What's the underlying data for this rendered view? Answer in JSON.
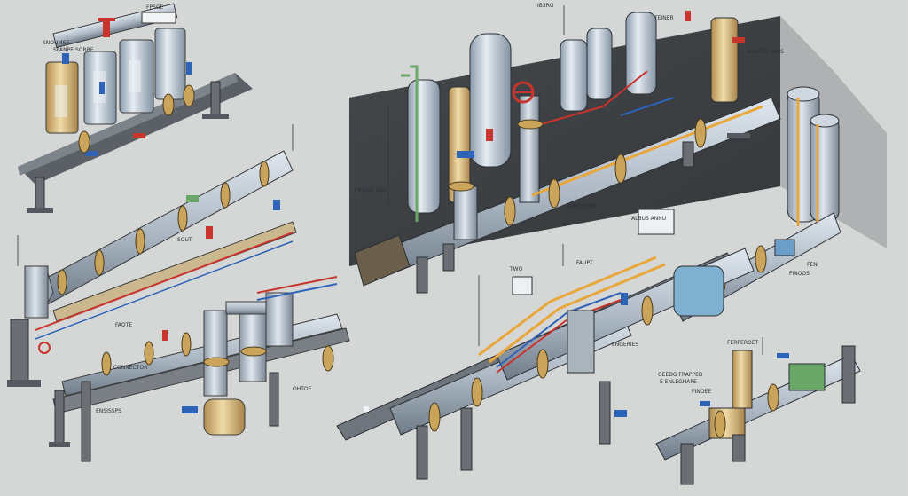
{
  "illustration": {
    "labels": {
      "top_center": "IB3RG",
      "top_left_a": "FPSGE",
      "top_left_b": "SNOUMSE",
      "top_left_side": "SPANPE SORRE",
      "top_right_a": "TEINER",
      "top_right_b": "AEHEER PADS",
      "center_left": "FRONO OAG",
      "center_note": "DIPRHORN",
      "mid_left_a": "SOUT",
      "mid_left_b": "FAOTE",
      "mid_right_a": "FEN",
      "mid_right_b": "FINOOS",
      "panel_right": "ALBUS ANNU",
      "lower_center_a": "TWO",
      "lower_center_b": "FAUPT",
      "lower_center_c": "ENGERIES",
      "bottom_left_a": "CONNECTOR",
      "bottom_left_b": "ENSISSPS",
      "bottom_mid": "OHTOE",
      "bottom_right_a": "GEEDG FRAPPED",
      "bottom_right_b": "E ENLEGHAPE",
      "bottom_right_c": "FERPEROET",
      "bottom_right_d": "FINOEE"
    },
    "palette": {
      "background": "#d5d7d6",
      "wall": "#3f4145",
      "pipe": "#b9c4cf",
      "pipe_dark": "#6d7884",
      "flange": "#c9a45a",
      "valve_red": "#c9342c",
      "valve_blue": "#2f63b8",
      "tank": "#aebdcc",
      "brass": "#d9b878",
      "stand": "#6b6f74",
      "orange_line": "#e9a63a",
      "green_line": "#6aa86a"
    }
  }
}
